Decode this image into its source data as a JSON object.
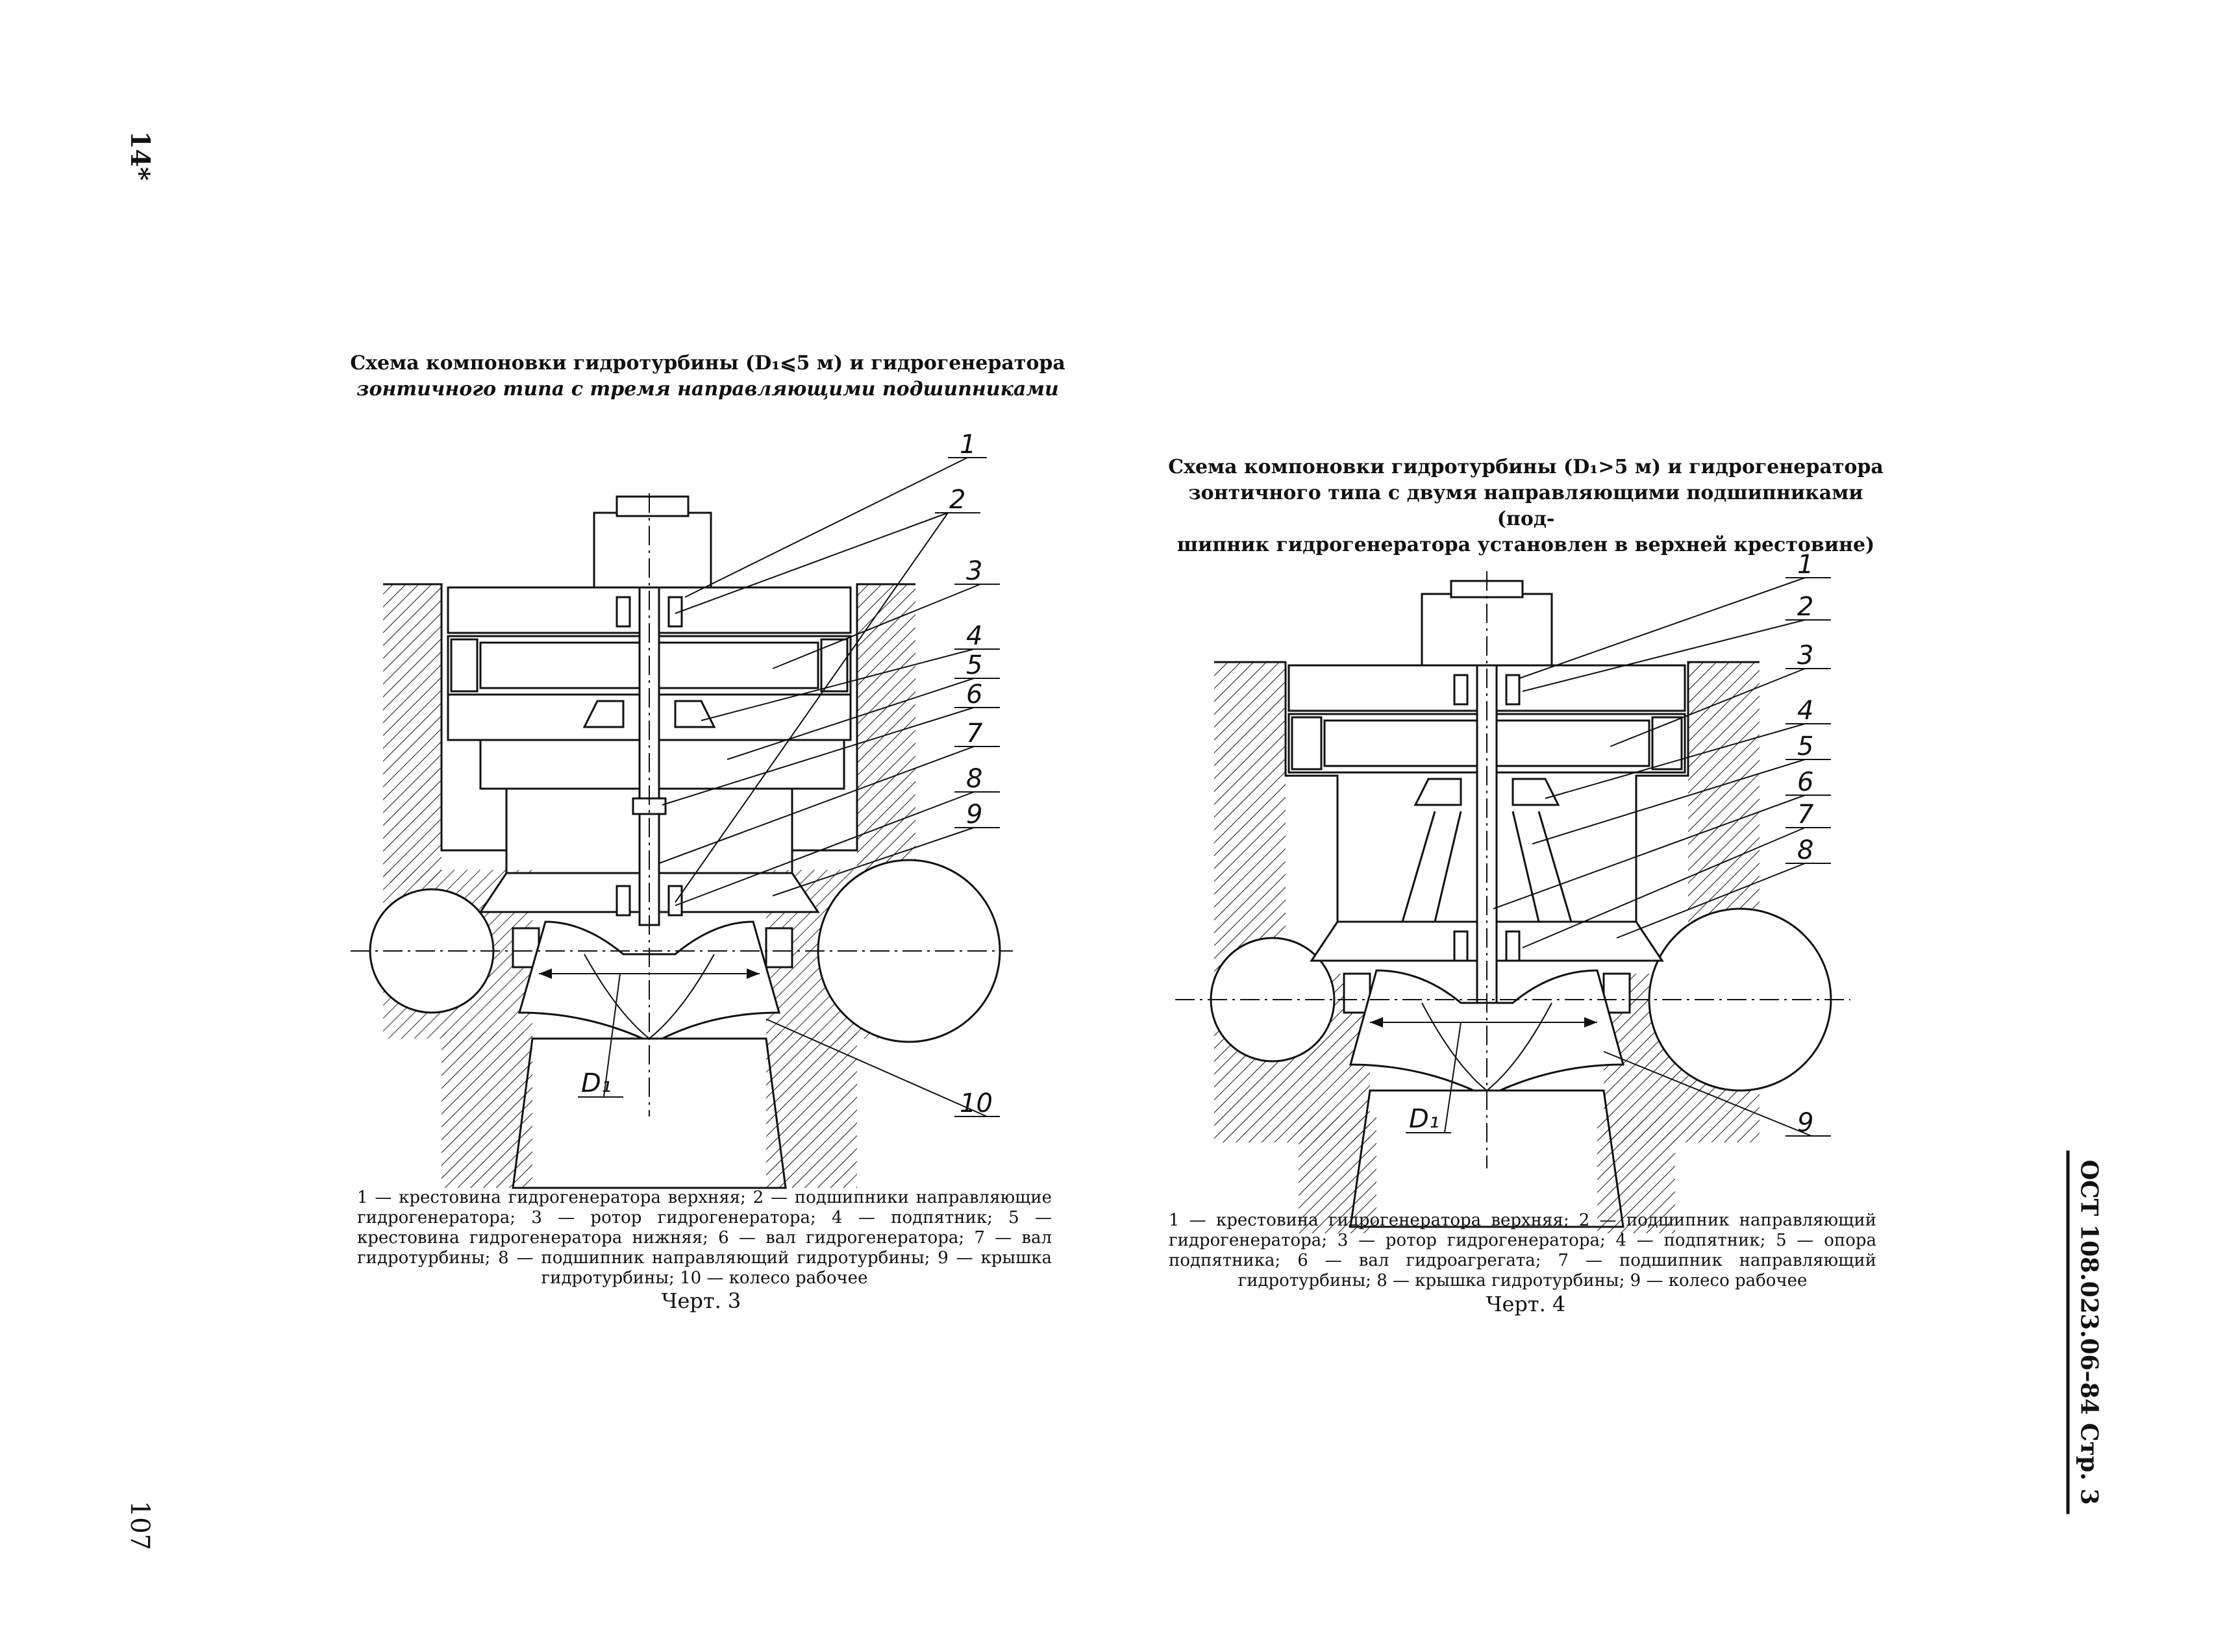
{
  "page": {
    "side_marker": "14*",
    "page_number": "107",
    "standard_ref": "ОСТ 108.023.06–84 Стр. 3"
  },
  "figure3": {
    "title_line1": "Схема компоновки гидротурбины (D₁⩽5 м) и гидрогенератора",
    "title_line2": "зонтичного типа с тремя направляющими подшипниками",
    "labels": [
      "1",
      "2",
      "3",
      "4",
      "5",
      "6",
      "7",
      "8",
      "9",
      "10"
    ],
    "dimension_label": "D₁",
    "legend": "1 — крестовина гидрогенератора верхняя; 2 — подшипники направляющие гидрогенератора; 3 — ротор гидрогенератора; 4 — подпятник; 5 — крестовина гидрогенератора нижняя; 6 — вал гидрогенератора; 7 — вал гидротурбины; 8 — подшипник направляющий гидротурбины; 9 — крышка гидротурбины; 10 — колесо рабочее",
    "caption": "Черт. 3"
  },
  "figure4": {
    "title_line1": "Схема компоновки гидротурбины (D₁>5 м) и гидрогенератора",
    "title_line2": "зонтичного типа с двумя направляющими подшипниками (под-",
    "title_line3": "шипник гидрогенератора установлен в верхней крестовине)",
    "labels": [
      "1",
      "2",
      "3",
      "4",
      "5",
      "6",
      "7",
      "8",
      "9"
    ],
    "dimension_label": "D₁",
    "legend": "1 — крестовина гидрогенератора верхняя; 2 — подшипник направляющий гидрогенератора; 3 — ротор гидрогенератора; 4 — подпятник; 5 — опора подпятника; 6 — вал гидроагрегата; 7 — подшипник направляющий гидротурбины; 8 — крышка гидротурбины; 9 — колесо рабочее",
    "caption": "Черт. 4"
  }
}
